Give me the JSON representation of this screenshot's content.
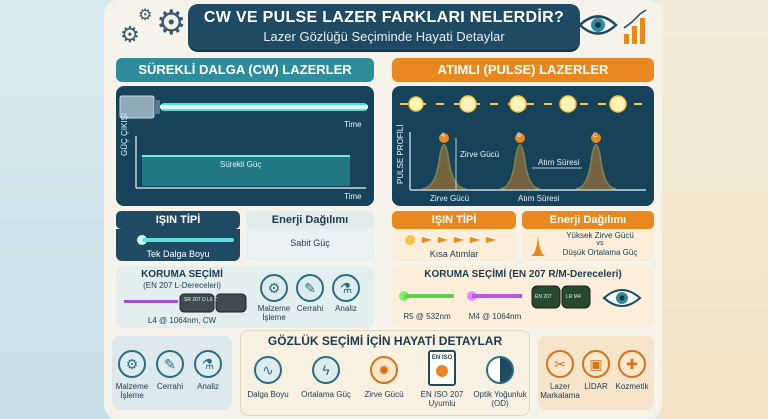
{
  "header": {
    "title": "CW VE PULSE LAZER FARKLARI NELERDİR?",
    "subtitle": "Lazer Gözlüğü Seçiminde Hayati Detaylar"
  },
  "cw": {
    "title": "SÜREKLİ DALGA (CW) LAZERLER",
    "graph_ylabel": "GÜÇ ÇIKIŞI",
    "graph_xlabel_beam": "Time",
    "graph_xlabel": "Time",
    "graph_level": "Sürekli Güç",
    "beam_type_title": "IŞIN TİPİ",
    "beam_type_text": "Tek Dalga Boyu",
    "energy_title": "Enerji Dağılımı",
    "energy_text": "Sabit Güç",
    "protection_title": "KORUMA SEÇİMİ",
    "protection_sub": "(EN 207 L-Dereceleri)",
    "glasses_text": "SR 207 D L6 Z",
    "protection_rating": "L4 @ 1064nm, CW",
    "icons": [
      "Malzeme İşleme",
      "Cerrahi",
      "Analiz"
    ]
  },
  "pulse": {
    "title": "ATIMLI (PULSE) LAZERLER",
    "graph_ylabel": "PULSE PROFİLİ",
    "peak_labels": [
      "A",
      "B",
      "C"
    ],
    "peak_power_label": "Zirve Gücü",
    "pulse_duration_label": "Atım Süresi",
    "xlabel_left": "Zirve Gücü",
    "xlabel_right": "Atım Süresi",
    "beam_type_title": "IŞIN TİPİ",
    "beam_type_text": "Kısa Atımlar",
    "energy_title": "Enerji Dağılımı",
    "energy_line1": "Yüksek Zirve Gücü",
    "energy_vs": "vs",
    "energy_line2": "Düşük Ortalama Güç",
    "protection_title": "KORUMA SEÇİMİ (EN 207 R/M-Dereceleri)",
    "rating_green": "R5 @ 532nm",
    "rating_purple": "M4 @ 1064nm",
    "glasses_text_left": "EN 207",
    "glasses_text_right": "LR M4"
  },
  "left_side": {
    "icons": [
      "Malzeme İşleme",
      "Cerrahi",
      "Analiz"
    ]
  },
  "right_side": {
    "icons": [
      "Lazer Markalama",
      "LİDAR",
      "Kozmetik"
    ]
  },
  "bottom": {
    "title": "GÖZLÜK SEÇİMİ İÇİN HAYATİ DETAYLAR",
    "items": [
      "Dalga Boyu",
      "Ortalama Güç",
      "Zirve Gücü",
      "EN ISO 207 Uyumlu",
      "Optik Yoğunluk (OD)"
    ],
    "doc_label": "EN ISO"
  },
  "colors": {
    "navy": "#1f4a63",
    "teal": "#2f8c9a",
    "orange": "#e8881f",
    "beam": "#5fe0e6",
    "pulse_yellow": "#f4c542"
  }
}
